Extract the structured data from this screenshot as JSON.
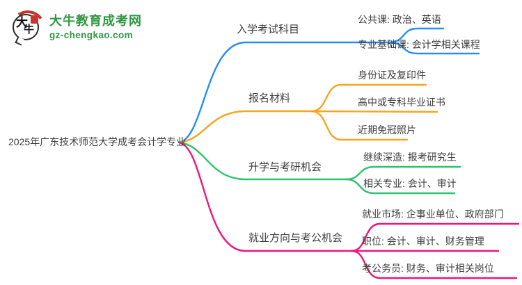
{
  "logo": {
    "icon_char_1": "大",
    "icon_char_2": "牛",
    "title": "大牛教育成考网",
    "url": "gz-chengkao.com",
    "colors": {
      "brand_green": "#2e9740",
      "brand_red": "#c9352a"
    }
  },
  "mindmap": {
    "root": {
      "label": "2025年广东技术师范大学成考会计学专业"
    },
    "branches": [
      {
        "label": "入学考试科目",
        "color": "#268df5",
        "children": [
          {
            "label": "公共课: 政治、英语"
          },
          {
            "label": "专业基础课: 会计学相关课程"
          }
        ]
      },
      {
        "label": "报名材料",
        "color": "#f9a41c",
        "children": [
          {
            "label": "身份证及复印件"
          },
          {
            "label": "高中或专科毕业证书"
          },
          {
            "label": "近期免冠照片"
          }
        ]
      },
      {
        "label": "升学与考研机会",
        "color": "#2cc36b",
        "children": [
          {
            "label": "继续深造: 报考研究生"
          },
          {
            "label": "相关专业: 会计、审计"
          }
        ]
      },
      {
        "label": "就业方向与考公机会",
        "color": "#f01579",
        "children": [
          {
            "label": "就业市场: 企事业单位、政府部门"
          },
          {
            "label": "职位: 会计、审计、财务管理"
          },
          {
            "label": "考公务员: 财务、审计相关岗位"
          }
        ]
      }
    ]
  }
}
